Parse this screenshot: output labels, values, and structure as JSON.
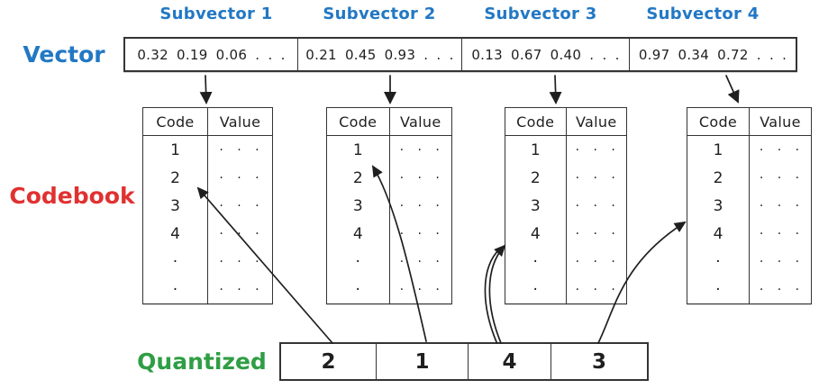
{
  "colors": {
    "blue": "#2278c4",
    "red": "#e03131",
    "green": "#2f9e44",
    "ink": "#1f1f1f",
    "border": "#343434"
  },
  "vector": {
    "label": "Vector",
    "subvectors": [
      {
        "label": "Subvector 1",
        "values": "0.32 0.19 0.06 . . ."
      },
      {
        "label": "Subvector 2",
        "values": "0.21 0.45 0.93 . . ."
      },
      {
        "label": "Subvector 3",
        "values": "0.13 0.67 0.40 . . ."
      },
      {
        "label": "Subvector 4",
        "values": "0.97 0.34 0.72 . . ."
      }
    ]
  },
  "codebook": {
    "label": "Codebook",
    "columns": {
      "code": "Code",
      "value": "Value"
    },
    "row_codes": [
      "1",
      "2",
      "3",
      "4",
      "·",
      "·"
    ],
    "row_value_dots": "· · ·"
  },
  "quantized": {
    "label": "Quantized",
    "codes": [
      "2",
      "1",
      "4",
      "3"
    ]
  },
  "mappings": [
    {
      "subvector": "Subvector 1",
      "selected_code": "2"
    },
    {
      "subvector": "Subvector 2",
      "selected_code": "1"
    },
    {
      "subvector": "Subvector 3",
      "selected_code": "4"
    },
    {
      "subvector": "Subvector 4",
      "selected_code": "3"
    }
  ]
}
